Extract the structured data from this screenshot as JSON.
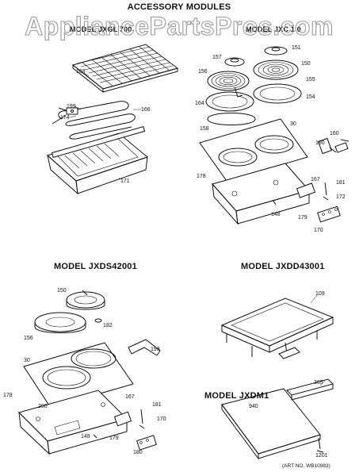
{
  "title": "ACCESSORY MODULES",
  "watermark": "AppliancePartsPros.com",
  "models": {
    "m1": "MODEL JXGL 700",
    "m2": "MODEL JXC 1 0",
    "m3": "MODEL JXDS42001",
    "m4": "MODEL JXDD43001",
    "m5": "MODEL JXDM1"
  },
  "art_no": "(ART NO. WB10983)",
  "callouts": {
    "c168": "168",
    "c199": "199",
    "c174": "174",
    "c166": "166",
    "c171": "171",
    "c157": "157",
    "c151": "151",
    "c156a": "156",
    "c150a": "150",
    "c155": "155",
    "c164": "164",
    "c154": "154",
    "c158": "158",
    "c30a": "30",
    "c160": "160",
    "c180a": "180",
    "c178a": "178",
    "c167a": "167",
    "c181a": "181",
    "c172": "172",
    "c148a": "148",
    "c179a": "179",
    "c170a": "170",
    "c150b": "150",
    "c182": "182",
    "c156b": "156",
    "c193": "193",
    "c30b": "30",
    "c178b": "178",
    "c200": "200",
    "c167b": "167",
    "c181b": "181",
    "c170b": "170",
    "c148b": "148",
    "c179b": "179",
    "c180b": "180",
    "c109": "109",
    "c365": "365",
    "c940": "940",
    "c1201": "1201"
  }
}
